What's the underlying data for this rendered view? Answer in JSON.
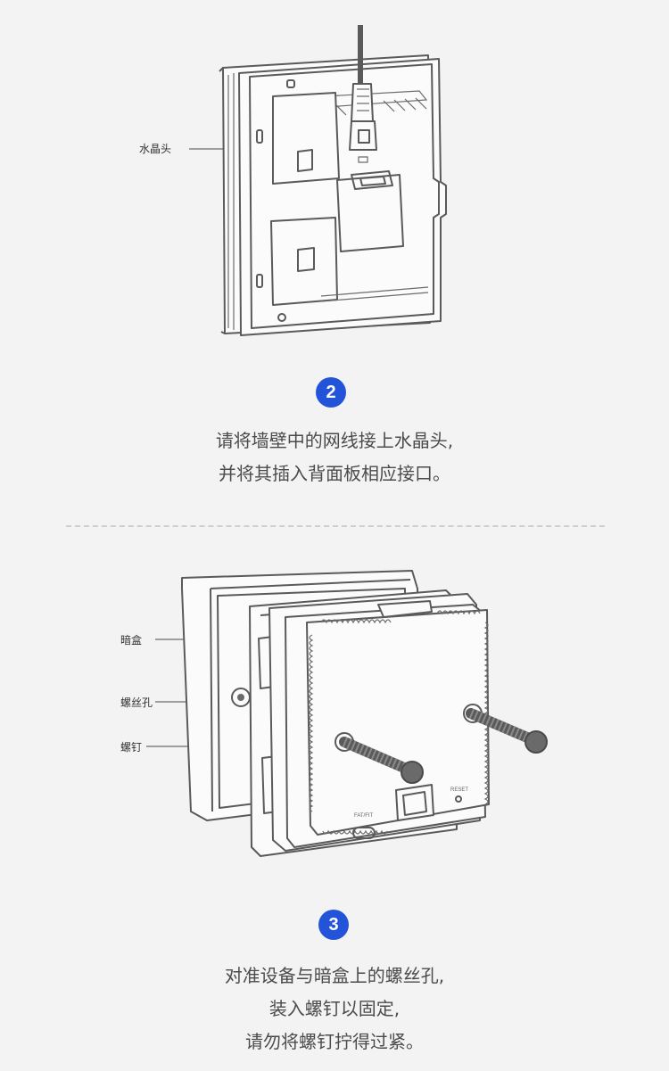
{
  "step2": {
    "badge": "2",
    "callout_connector": "水晶头",
    "caption_lines": [
      "请将墙壁中的网线接上水晶头,",
      "并将其插入背面板相应接口。"
    ]
  },
  "step3": {
    "badge": "3",
    "callout_box": "暗盒",
    "callout_hole": "螺丝孔",
    "callout_screw": "螺钉",
    "label_fat_fit": "FAT/FIT",
    "label_reset": "RESET",
    "caption_lines": [
      "对准设备与暗盒上的螺丝孔,",
      "装入螺钉以固定,",
      "请勿将螺钉拧得过紧。"
    ]
  }
}
